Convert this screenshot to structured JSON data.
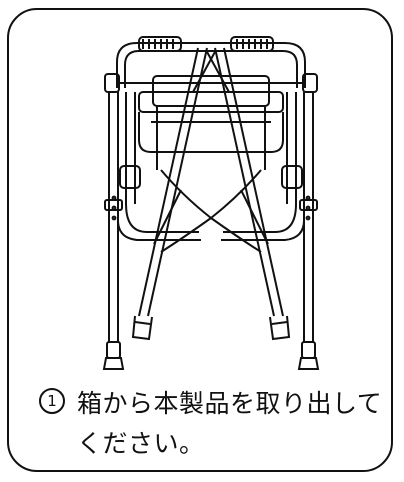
{
  "step": {
    "number": "1",
    "text": "箱から本製品を取り出してください。"
  },
  "colors": {
    "line": "#111111",
    "background": "#ffffff"
  },
  "icon": "folded-walker-illustration"
}
